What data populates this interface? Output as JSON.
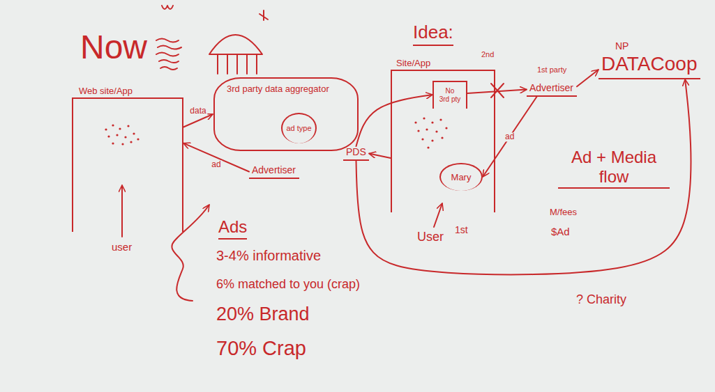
{
  "diagram": {
    "nodes": [
      {
        "text": [
          "Web site/App"
        ]
      },
      {
        "text": [
          "3rd party data aggregator"
        ]
      },
      {
        "text": [
          "ad type"
        ],
        "in": 1
      },
      {
        "text": [
          "Advertiser"
        ]
      },
      {
        "text": [
          "Site/App",
          "2nd"
        ]
      },
      {
        "text": [
          "No",
          "3rd pty"
        ],
        "in": 4
      },
      {
        "text": [
          "Mary"
        ],
        "in": 4
      },
      {
        "text": [
          "Advertiser"
        ]
      },
      {
        "text": [
          "PDS"
        ]
      },
      {
        "text": [
          "NP",
          "DATACoop"
        ]
      }
    ],
    "edges": [
      {
        "from": 0,
        "to": 1,
        "label": "data",
        "arrow": "to"
      },
      {
        "from": 3,
        "to": 0,
        "label": "ad",
        "arrow": "to"
      },
      {
        "from": 5,
        "to": 7,
        "arrow": "to"
      },
      {
        "from": 7,
        "to": 6,
        "label": "ad",
        "arrow": "to"
      },
      {
        "from": 4,
        "to": 8,
        "arrow": "to"
      },
      {
        "from": 8,
        "to": 5,
        "arrow": "to"
      },
      {
        "from": 7,
        "to": 9,
        "arrow": "to"
      },
      {
        "from": 8,
        "to": 9,
        "arrow": "to"
      }
    ],
    "labels": [
      "Now",
      "user",
      "Ads",
      "3-4% informative",
      "6% matched to you (crap)",
      "20% Brand",
      "70% Crap",
      "Idea:",
      "1st party",
      "User",
      "1st",
      "Ad + Media flow",
      "M/fees",
      "$Ad",
      "? Charity"
    ]
  }
}
